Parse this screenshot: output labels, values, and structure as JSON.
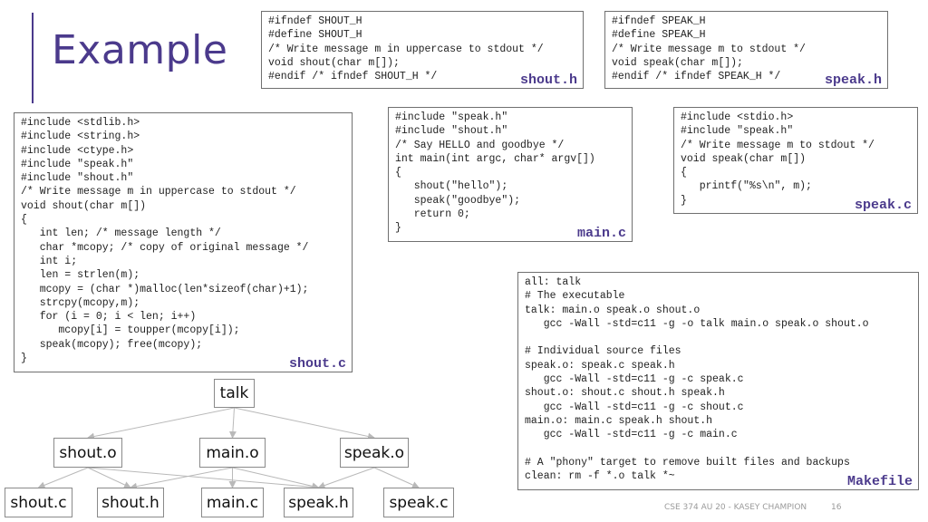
{
  "slide": {
    "title": "Example",
    "footer": "CSE 374 AU 20 - KASEY CHAMPION",
    "page_number": "16"
  },
  "files": {
    "shout_h": {
      "label": "shout.h",
      "code": "#ifndef SHOUT_H\n#define SHOUT_H\n/* Write message m in uppercase to stdout */\nvoid shout(char m[]);\n#endif /* ifndef SHOUT_H */"
    },
    "speak_h": {
      "label": "speak.h",
      "code": "#ifndef SPEAK_H\n#define SPEAK_H\n/* Write message m to stdout */\nvoid speak(char m[]);\n#endif /* ifndef SPEAK_H */"
    },
    "shout_c": {
      "label": "shout.c",
      "code": "#include <stdlib.h>\n#include <string.h>\n#include <ctype.h>\n#include \"speak.h\"\n#include \"shout.h\"\n/* Write message m in uppercase to stdout */\nvoid shout(char m[])\n{\n   int len; /* message length */\n   char *mcopy; /* copy of original message */\n   int i;\n   len = strlen(m);\n   mcopy = (char *)malloc(len*sizeof(char)+1);\n   strcpy(mcopy,m);\n   for (i = 0; i < len; i++)\n      mcopy[i] = toupper(mcopy[i]);\n   speak(mcopy); free(mcopy);\n}"
    },
    "main_c": {
      "label": "main.c",
      "code": "#include \"speak.h\"\n#include \"shout.h\"\n/* Say HELLO and goodbye */\nint main(int argc, char* argv[])\n{\n   shout(\"hello\");\n   speak(\"goodbye\");\n   return 0;\n}"
    },
    "speak_c": {
      "label": "speak.c",
      "code": "#include <stdio.h>\n#include \"speak.h\"\n/* Write message m to stdout */\nvoid speak(char m[])\n{\n   printf(\"%s\\n\", m);\n}"
    },
    "makefile": {
      "label": "Makefile",
      "code": "all: talk\n# The executable\ntalk: main.o speak.o shout.o\n   gcc -Wall -std=c11 -g -o talk main.o speak.o shout.o\n\n# Individual source files\nspeak.o: speak.c speak.h\n   gcc -Wall -std=c11 -g -c speak.c\nshout.o: shout.c shout.h speak.h\n   gcc -Wall -std=c11 -g -c shout.c\nmain.o: main.c speak.h shout.h\n   gcc -Wall -std=c11 -g -c main.c\n\n# A \"phony\" target to remove built files and backups\nclean: rm -f *.o talk *~"
    }
  },
  "dependency_tree": {
    "nodes": {
      "talk": "talk",
      "shout_o": "shout.o",
      "main_o": "main.o",
      "speak_o": "speak.o",
      "shout_c": "shout.c",
      "shout_h": "shout.h",
      "main_c": "main.c",
      "speak_h": "speak.h",
      "speak_c": "speak.c"
    },
    "edges": [
      [
        "talk",
        "shout_o"
      ],
      [
        "talk",
        "main_o"
      ],
      [
        "talk",
        "speak_o"
      ],
      [
        "shout_o",
        "shout_c"
      ],
      [
        "shout_o",
        "shout_h"
      ],
      [
        "shout_o",
        "speak_h"
      ],
      [
        "main_o",
        "shout_h"
      ],
      [
        "main_o",
        "main_c"
      ],
      [
        "main_o",
        "speak_h"
      ],
      [
        "speak_o",
        "speak_h"
      ],
      [
        "speak_o",
        "speak_c"
      ]
    ]
  }
}
